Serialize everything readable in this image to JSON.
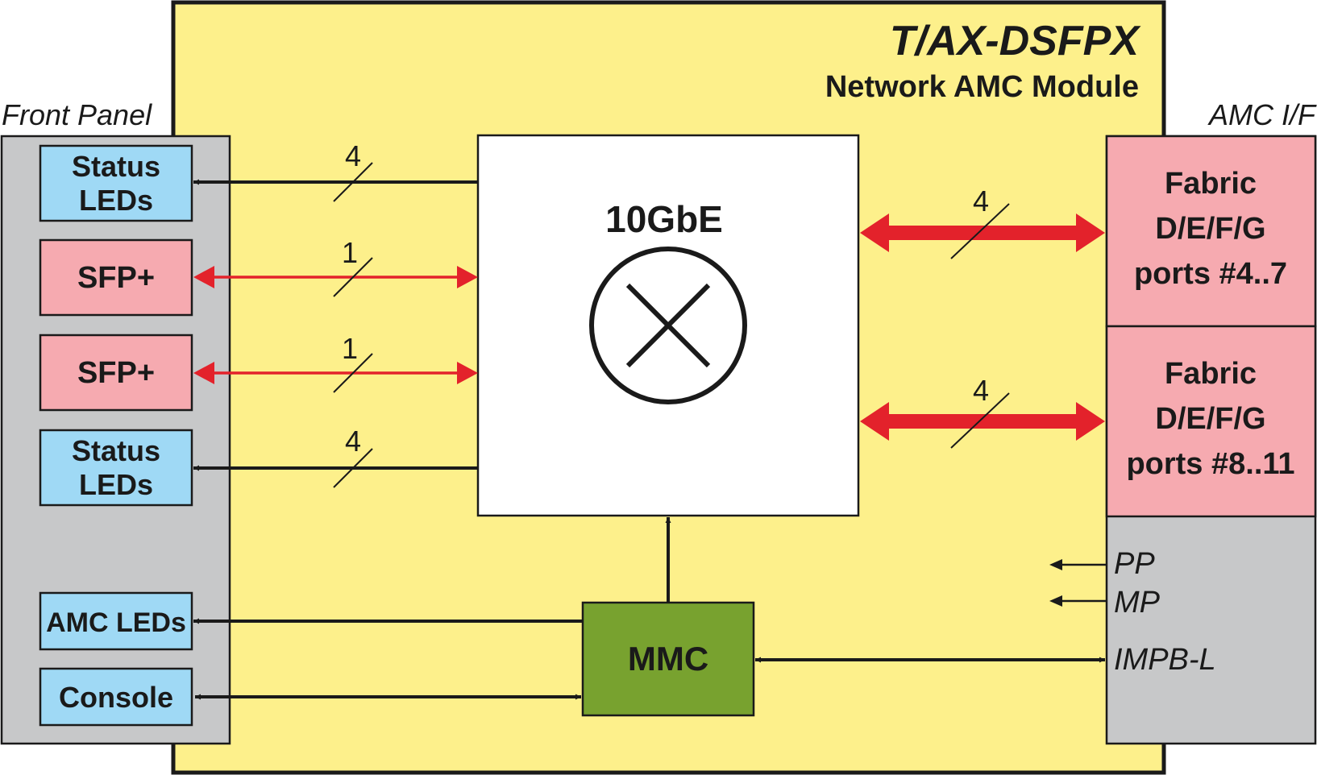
{
  "title": "T/AX-DSFPX",
  "subtitle": "Network AMC Module",
  "front_panel": {
    "label": "Front Panel",
    "status_leds_1": [
      "Status",
      "LEDs"
    ],
    "sfp_1": "SFP+",
    "sfp_2": "SFP+",
    "status_leds_2": [
      "Status",
      "LEDs"
    ],
    "amc_leds": "AMC LEDs",
    "console": "Console"
  },
  "switch": {
    "label": "10GbE"
  },
  "mmc": {
    "label": "MMC"
  },
  "amc_if": {
    "label": "AMC I/F",
    "fabric_1": [
      "Fabric",
      "D/E/F/G",
      "ports #4..7"
    ],
    "fabric_2": [
      "Fabric",
      "D/E/F/G",
      "ports #8..11"
    ],
    "signals": [
      "PP",
      "MP",
      "IMPB-L"
    ]
  },
  "bus_widths": {
    "status_leds_1": "4",
    "sfp_1": "1",
    "sfp_2": "1",
    "status_leds_2": "4",
    "fabric_1": "4",
    "fabric_2": "4"
  },
  "colors": {
    "module_bg": "#fdf08b",
    "panel_grey": "#c7c8c9",
    "led_blue": "#9fd9f5",
    "port_pink": "#f6aab0",
    "mmc_green": "#78a22f",
    "link_red": "#e3222b",
    "line_black": "#1a1a1a"
  }
}
